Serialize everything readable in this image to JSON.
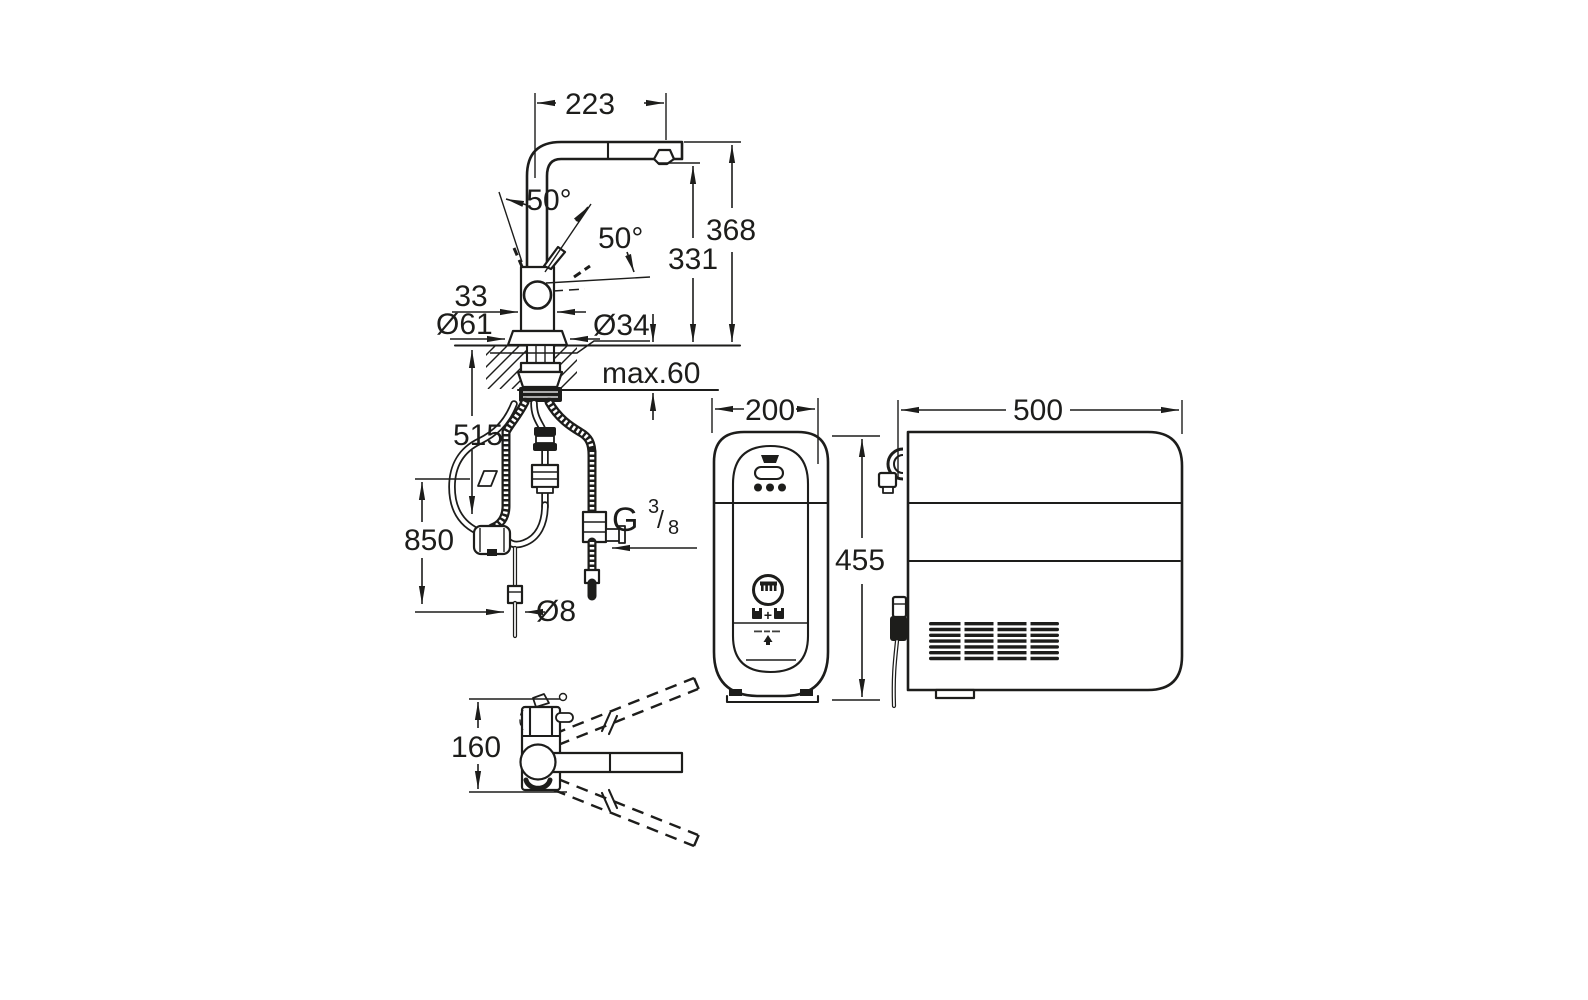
{
  "colors": {
    "ink": "#1d1d1b",
    "paper": "#ffffff"
  },
  "views": {
    "faucet_front": {
      "label": "faucet-front-elevation",
      "dims": {
        "spout_reach": "223",
        "total_height": "368",
        "outlet_height": "331",
        "lever_angle_left": "50°",
        "lever_angle_right": "50°",
        "body_width": "33",
        "base_diameter": "Ø61",
        "shank_diameter": "Ø34",
        "max_deck_thickness": "max.60",
        "hose_length": "515",
        "cable_length": "850",
        "thread_prefix": "G",
        "thread_numerator": "3",
        "thread_slash": "/",
        "thread_denominator": "8",
        "cable_diameter": "Ø8"
      }
    },
    "faucet_plan": {
      "label": "faucet-plan-view",
      "dims": {
        "swivel_depth": "160"
      }
    },
    "cooler_front": {
      "label": "cooler-front-view",
      "dims": {
        "width": "200",
        "height": "455"
      },
      "icons": {
        "plus": "+"
      }
    },
    "cooler_side": {
      "label": "cooler-side-view",
      "dims": {
        "depth": "500"
      }
    }
  }
}
